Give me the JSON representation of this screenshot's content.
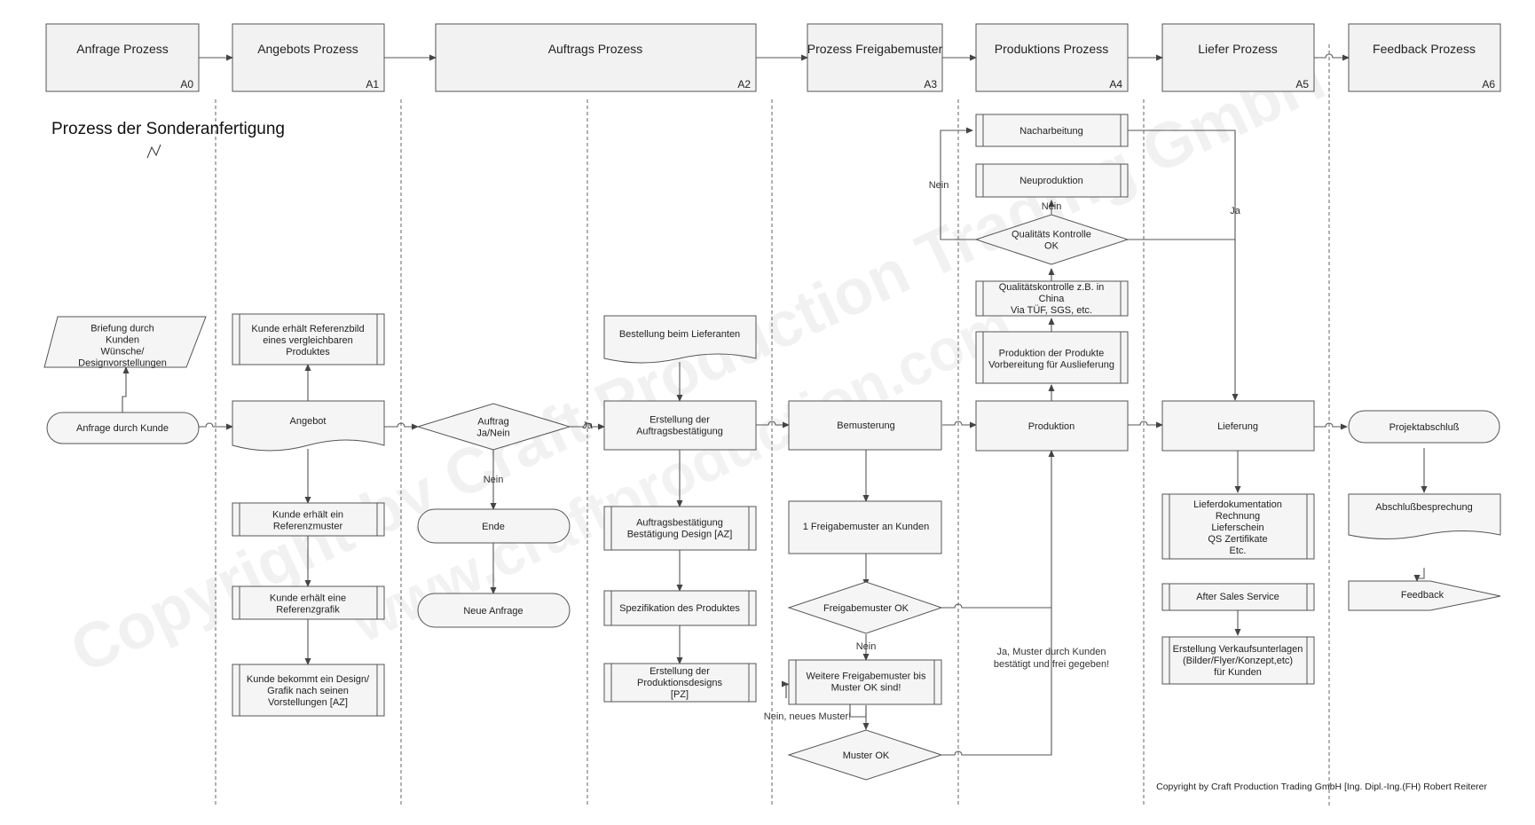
{
  "headers": [
    {
      "title": "Anfrage Prozess",
      "code": "A0"
    },
    {
      "title": "Angebots Prozess",
      "code": "A1"
    },
    {
      "title": "Auftrags Prozess",
      "code": "A2"
    },
    {
      "title": "Prozess Freigabemuster",
      "code": "A3"
    },
    {
      "title": "Produktions Prozess",
      "code": "A4"
    },
    {
      "title": "Liefer Prozess",
      "code": "A5"
    },
    {
      "title": "Feedback Prozess",
      "code": "A6"
    }
  ],
  "title": "Prozess der Sonderanfertigung",
  "watermark": {
    "line1": "Copyright by Craft Production Trading GmbH",
    "line2": "www.craftproduction.com"
  },
  "nodes": {
    "briefung": [
      "Briefung durch",
      "Kunden",
      "Wünsche/",
      "Designvorstellungen"
    ],
    "anfrage": [
      "Anfrage durch Kunde"
    ],
    "referenzbild": [
      "Kunde erhält Referenzbild",
      "eines vergleichbaren",
      "Produktes"
    ],
    "angebot": [
      "Angebot"
    ],
    "referenzmuster": [
      "Kunde erhält ein",
      "Referenzmuster"
    ],
    "referenzgrafik": [
      "Kunde erhält eine",
      "Referenzgrafik"
    ],
    "design": [
      "Kunde bekommt ein Design/",
      "Grafik nach seinen",
      "Vorstellungen [AZ]"
    ],
    "auftrag": [
      "Auftrag",
      "Ja/Nein"
    ],
    "ende": [
      "Ende"
    ],
    "neue_anfrage": [
      "Neue Anfrage"
    ],
    "bestellung": [
      "Bestellung beim Lieferanten"
    ],
    "auftragsbestaetigung": [
      "Erstellung der",
      "Auftragsbestätigung"
    ],
    "bestaetigung_design": [
      "Auftragsbestätigung",
      "Bestätigung Design [AZ]"
    ],
    "spezifikation": [
      "Spezifikation des Produktes"
    ],
    "produktionsdesign": [
      "Erstellung der",
      "Produktionsdesigns",
      "[PZ]"
    ],
    "bemusterung": [
      "Bemusterung"
    ],
    "freigabemuster_kunde": [
      "1 Freigabemuster an Kunden"
    ],
    "freigabemuster_ok": [
      "Freigabemuster OK"
    ],
    "weitere": [
      "Weitere Freigabemuster bis",
      "Muster OK sind!"
    ],
    "muster_ok": [
      "Muster OK"
    ],
    "nacharbeitung": [
      "Nacharbeitung"
    ],
    "neuproduktion": [
      "Neuproduktion"
    ],
    "qk_ok": [
      "Qualitäts Kontrolle",
      "OK"
    ],
    "qk_china": [
      "Qualitätskontrolle z.B. in",
      "China",
      "Via TÜF, SGS, etc."
    ],
    "produktion_prod": [
      "Produktion der Produkte",
      "Vorbereitung für Auslieferung"
    ],
    "produktion": [
      "Produktion"
    ],
    "lieferung": [
      "Lieferung"
    ],
    "lieferdoku": [
      "Lieferdokumentation",
      "Rechnung",
      "Lieferschein",
      "QS Zertifikate",
      "Etc."
    ],
    "after_sales": [
      "After Sales Service"
    ],
    "verkaufsunterlagen": [
      "Erstellung Verkaufsunterlagen",
      "(Bilder/Flyer/Konzept,etc)",
      "für Kunden"
    ],
    "projektabschluss": [
      "Projektabschluß"
    ],
    "abschluss": [
      "Abschlußbesprechung"
    ],
    "feedback": [
      "Feedback"
    ]
  },
  "edge_labels": {
    "ja_auftrag": "Ja",
    "nein_auftrag": "Nein",
    "nein_freigabe": "Nein",
    "nein_neues": "Nein, neues Muster!",
    "ja_muster": [
      "Ja, Muster durch Kunden",
      "bestätigt und frei gegeben!"
    ],
    "nein_qk_left": "Nein",
    "nein_qk_top": "Nein",
    "ja_qk": "Ja"
  },
  "copyright": "Copyright by Craft Production Trading GmbH [Ing. Dipl.-Ing.(FH) Robert Reiterer"
}
